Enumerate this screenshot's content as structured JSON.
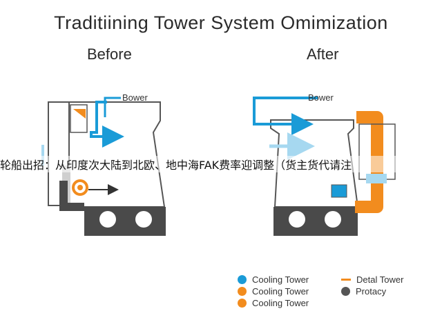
{
  "title": "Traditiining Tower System Omimization",
  "panels": {
    "before": {
      "label": "Before",
      "pipe_label": "Bower"
    },
    "after": {
      "label": "After",
      "pipe_label": "Bower"
    }
  },
  "overlay_text": "轮船出招：从印度次大陆到北欧、地中海FAK费率迎调整（货主货代请注",
  "legend": [
    {
      "label": "Cooling Tower",
      "color": "#1a9bd7",
      "marker": "dot"
    },
    {
      "label": "Cooling Tower",
      "color": "#f28c1e",
      "marker": "dot"
    },
    {
      "label": "Cooling Tower",
      "color": "#f28c1e",
      "marker": "dot"
    },
    {
      "label": "Detal Tower",
      "color": "#f28c1e",
      "marker": "dash"
    },
    {
      "label": "Protacy",
      "color": "#555555",
      "marker": "dot"
    }
  ],
  "colors": {
    "blue": "#1a9bd7",
    "light_blue": "#a6d8f0",
    "orange": "#f28c1e",
    "dark": "#4a4a4a",
    "outline": "#555555"
  }
}
